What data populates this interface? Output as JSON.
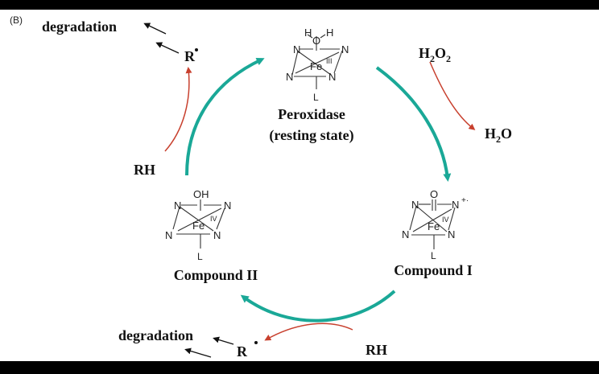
{
  "panel_label": "(B)",
  "colors": {
    "cycle": "#1aa897",
    "side": "#c8402e",
    "dark": "#111111",
    "page_border": "#000000",
    "background": "#ffffff"
  },
  "nodes": {
    "resting": {
      "line1": "Peroxidase",
      "line2": "(resting state)"
    },
    "compound_i": {
      "label": "Compound I"
    },
    "compound_ii": {
      "label": "Compound II"
    }
  },
  "species": {
    "h2o2": {
      "base": "H",
      "sub1": "2",
      "mid": "O",
      "sub2": "2"
    },
    "h2o": {
      "base": "H",
      "sub1": "2",
      "mid": "O"
    },
    "rh_left": "RH",
    "rh_bottom": "RH",
    "radical_top": "R",
    "radical_bottom": "R",
    "degradation_top": "degradation",
    "degradation_bottom": "degradation"
  },
  "structures": {
    "resting": {
      "axial_top": "H",
      "axial_o": "O",
      "axial_top2": "H",
      "metal": "Fe",
      "ox": "III",
      "n": "N",
      "axial_bottom": "L"
    },
    "compound_i": {
      "axial_top": "O",
      "metal": "Fe",
      "ox": "IV",
      "n": "N",
      "radical": "+·",
      "axial_bottom": "L"
    },
    "compound_ii": {
      "axial_top": "OH",
      "metal": "Fe",
      "ox": "IV",
      "n": "N",
      "axial_bottom": "L"
    }
  }
}
